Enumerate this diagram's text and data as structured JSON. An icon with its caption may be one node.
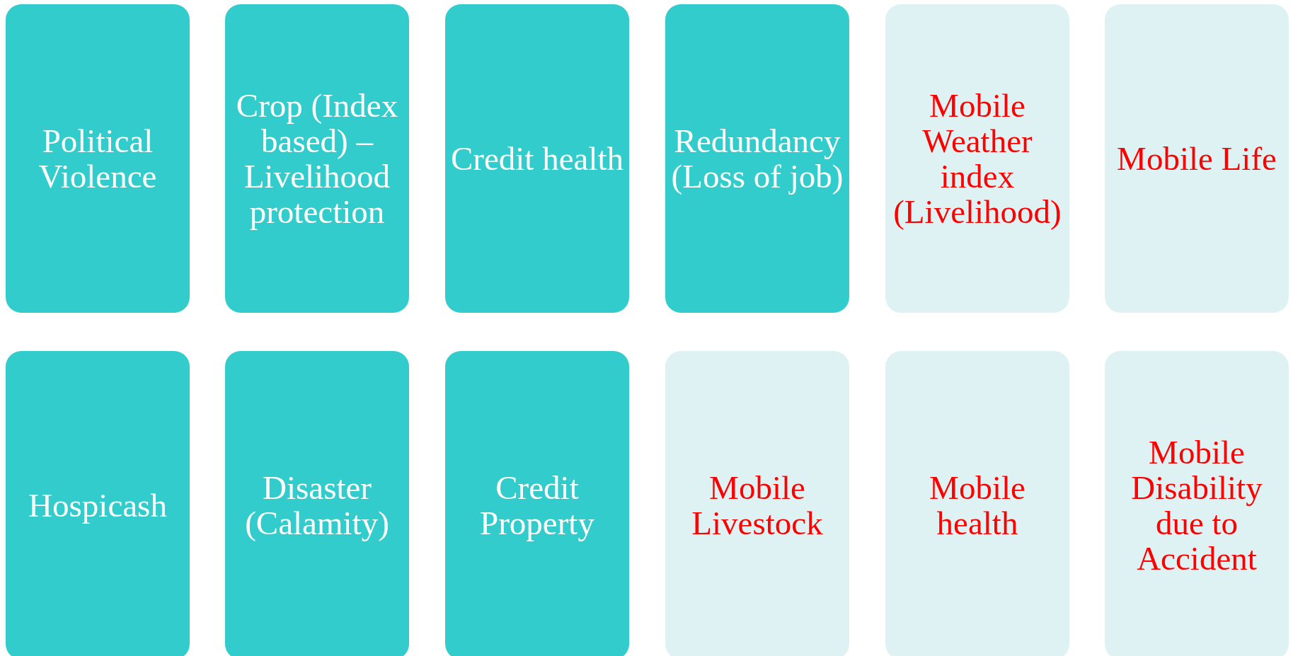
{
  "diagram": {
    "nodes": [
      {
        "text": [
          "Political Violence"
        ]
      },
      {
        "text": [
          "Crop (Index based) – Livelihood protection"
        ]
      },
      {
        "text": [
          "Credit health"
        ]
      },
      {
        "text": [
          "Redundancy (Loss of job)"
        ]
      },
      {
        "text": [
          "Mobile Weather index (Livelihood)"
        ]
      },
      {
        "text": [
          "Mobile Life"
        ]
      },
      {
        "text": [
          "Hospicash"
        ]
      },
      {
        "text": [
          "Disaster (Calamity)"
        ]
      },
      {
        "text": [
          "Credit Property"
        ]
      },
      {
        "text": [
          "Mobile Livestock"
        ]
      },
      {
        "text": [
          "Mobile health"
        ]
      },
      {
        "text": [
          "Mobile Disability due to Accident"
        ]
      }
    ]
  }
}
